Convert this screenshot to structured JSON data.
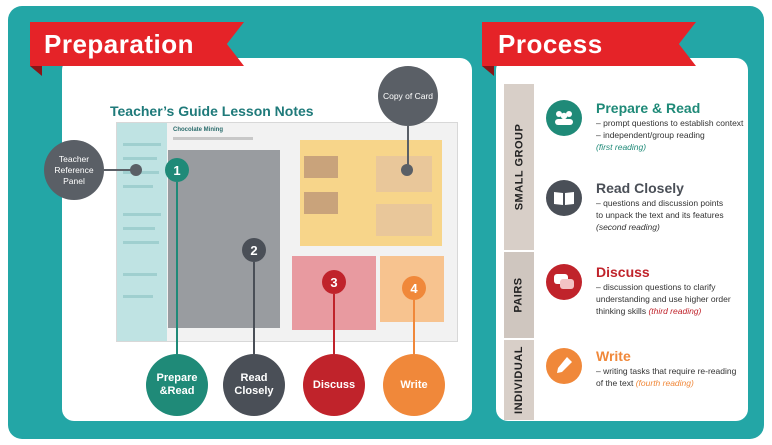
{
  "left_banner": "Preparation",
  "right_banner": "Process",
  "lesson_title": "Teacher’s Guide Lesson Notes",
  "document": {
    "header": "Chocolate Mining"
  },
  "callouts": {
    "copy_of_card": "Copy of Card",
    "teacher_reference_panel": "Teacher Reference Panel"
  },
  "numbers": [
    "1",
    "2",
    "3",
    "4"
  ],
  "bottom_circles": [
    {
      "label": "Prepare &Read",
      "color": "#1f8a78"
    },
    {
      "label": "Read Closely",
      "color": "#4a4f57"
    },
    {
      "label": "Discuss",
      "color": "#c0232b"
    },
    {
      "label": "Write",
      "color": "#f0883a"
    }
  ],
  "groups": [
    "SMALL GROUP",
    "PAIRS",
    "INDIVIDUAL"
  ],
  "steps": [
    {
      "title": "Prepare & Read",
      "color": "#1f8a78",
      "icon": "people-icon",
      "lines": [
        "– prompt questions to establish context",
        "– independent/group reading"
      ],
      "note": "(first reading)"
    },
    {
      "title": "Read Closely",
      "color": "#4a4f57",
      "icon": "book-icon",
      "lines": [
        "– questions and discussion points",
        "to unpack the text and its features"
      ],
      "note": "(second reading)"
    },
    {
      "title": "Discuss",
      "color": "#c0232b",
      "icon": "chat-icon",
      "lines": [
        "– discussion questions to clarify",
        "understanding and use higher order",
        "thinking skills"
      ],
      "note": "(third reading)"
    },
    {
      "title": "Write",
      "color": "#f0883a",
      "icon": "pencil-icon",
      "lines": [
        "– writing tasks that require re-reading",
        "of the text"
      ],
      "note": "(fourth reading)"
    }
  ]
}
